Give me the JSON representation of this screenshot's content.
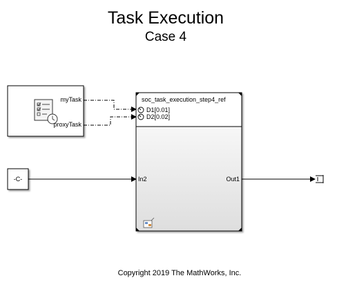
{
  "title": "Task Execution",
  "subtitle": "Case 4",
  "copyright": "Copyright 2019 The MathWorks, Inc.",
  "task_block": {
    "port_1_label": "myTask",
    "port_2_label": "proxyTask",
    "icon": "task-checklist-clock-icon"
  },
  "constant_block": {
    "label": "-C-"
  },
  "ref_block": {
    "name": "soc_task_execution_step4_ref",
    "event_port_1": "D1[0.01]",
    "event_port_2": "D2[0.02]",
    "input_port": "In2",
    "output_port": "Out1",
    "badge_icon": "model-reference-icon"
  },
  "terminator_block": {
    "icon": "terminator-icon"
  }
}
